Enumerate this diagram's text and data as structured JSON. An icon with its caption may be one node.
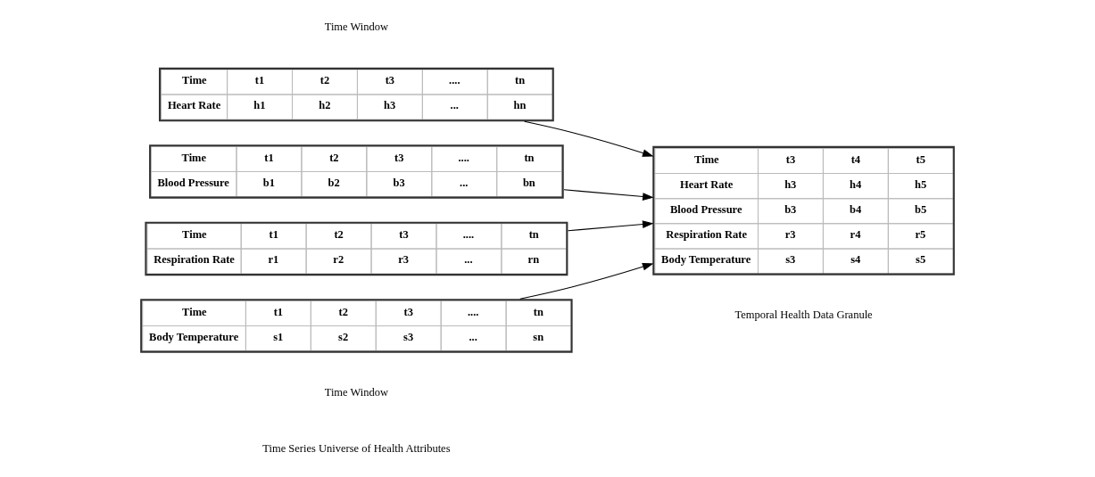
{
  "diagram": {
    "nodes": [
      {
        "text": [
          "Time",
          "t1",
          "t2",
          "t3",
          "....",
          "tn",
          "Heart Rate",
          "h1",
          "h2",
          "h3",
          "...",
          "hn"
        ]
      },
      {
        "text": [
          "Time",
          "t1",
          "t2",
          "t3",
          "....",
          "tn",
          "Blood Pressure",
          "b1",
          "b2",
          "b3",
          "...",
          "bn"
        ]
      },
      {
        "text": [
          "Time",
          "t1",
          "t2",
          "t3",
          "....",
          "tn",
          "Respiration Rate",
          "r1",
          "r2",
          "r3",
          "...",
          "rn"
        ]
      },
      {
        "text": [
          "Time",
          "t1",
          "t2",
          "t3",
          "....",
          "tn",
          "Body Temperature",
          "s1",
          "s2",
          "s3",
          "...",
          "sn"
        ]
      },
      {
        "text": [
          "Time",
          "t3",
          "t4",
          "t5",
          "Heart Rate",
          "h3",
          "h4",
          "h5",
          "Blood Pressure",
          "b3",
          "b4",
          "b5",
          "Respiration Rate",
          "r3",
          "r4",
          "r5",
          "Body Temperature",
          "s3",
          "s4",
          "s5"
        ],
        "beside": [
          "Temporal Health Data Granule"
        ]
      }
    ],
    "edges": [
      {
        "from": 0,
        "to": 4,
        "arrow": "to"
      },
      {
        "from": 1,
        "to": 4,
        "arrow": "to"
      },
      {
        "from": 2,
        "to": 4,
        "arrow": "to"
      },
      {
        "from": 3,
        "to": 4,
        "arrow": "to"
      }
    ],
    "labels": [
      "Time Window",
      "Time Window",
      "Time Series Universe of Health Attributes"
    ]
  }
}
